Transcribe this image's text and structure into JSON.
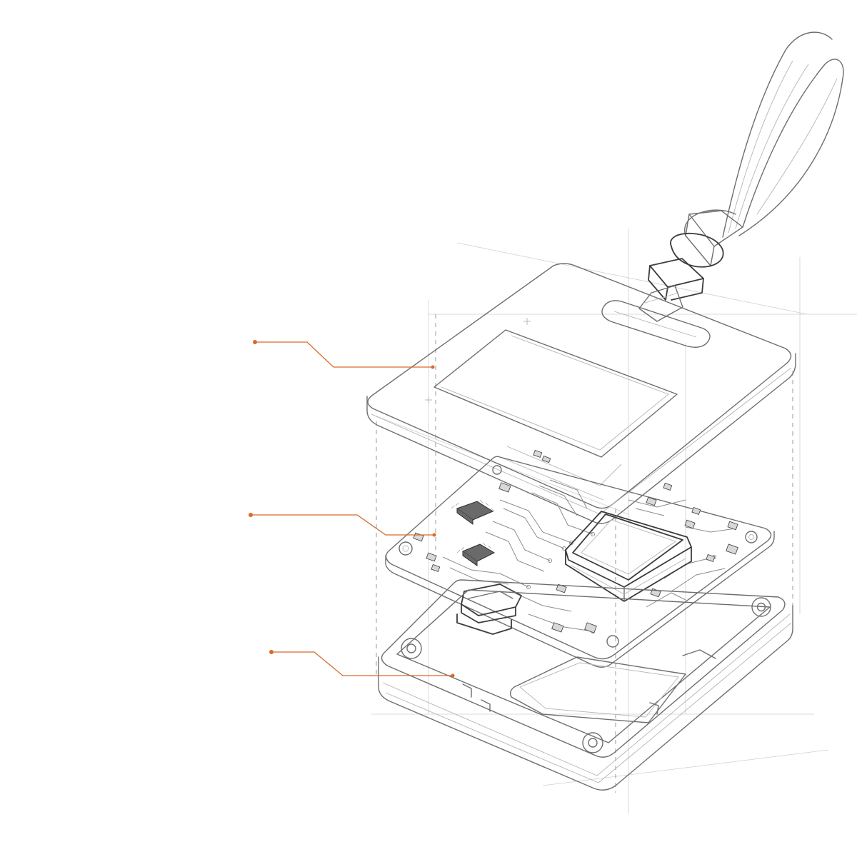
{
  "colors": {
    "background": "#ffffff",
    "pencil": "#6e6e6e",
    "pencil_dark": "#3c3c3c",
    "leader_accent": "#d86a2b",
    "display_fill": "#3d3d3d"
  },
  "diagram": {
    "style": "pencil-sketch exploded view",
    "layers": [
      {
        "id": "front-cover",
        "leader_color": "#d86a2b"
      },
      {
        "id": "circuit-board",
        "leader_color": "#d86a2b"
      },
      {
        "id": "base-housing",
        "leader_color": "#d86a2b"
      }
    ]
  }
}
